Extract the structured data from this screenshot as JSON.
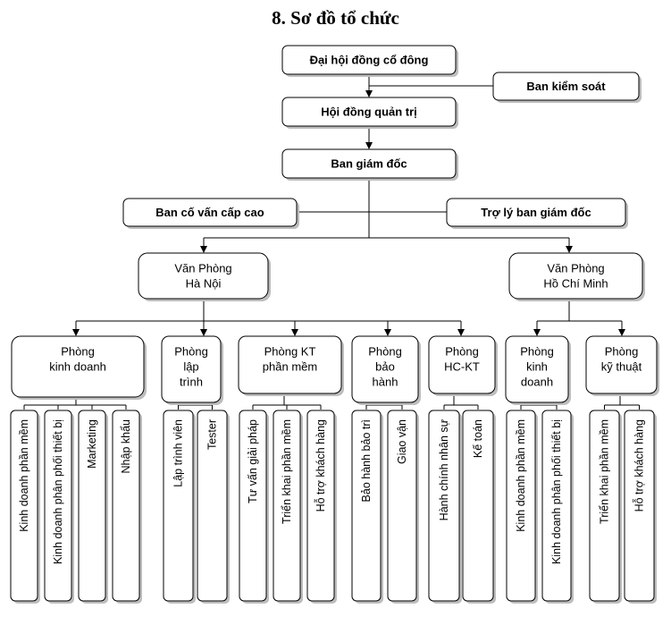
{
  "title": "8. Sơ đồ tổ chức",
  "nodes": {
    "dhdcd": "Đại hội đồng cổ đông",
    "bks": "Ban kiểm soát",
    "hdqt": "Hội đồng quản trị",
    "bgd": "Ban giám đốc",
    "bcv": "Ban cố vấn cấp cao",
    "tlbgd": "Trợ lý ban giám đốc",
    "vphn": [
      "Văn Phòng",
      "Hà Nội"
    ],
    "vphcm": [
      "Văn Phòng",
      "Hồ Chí Minh"
    ],
    "pkd": [
      "Phòng",
      "kinh doanh"
    ],
    "plt": [
      "Phòng",
      "lập",
      "trình"
    ],
    "pkt": [
      "Phòng KT",
      "phần mềm"
    ],
    "pbh": [
      "Phòng",
      "bảo",
      "hành"
    ],
    "phc": [
      "Phòng",
      "HC-KT"
    ],
    "pkd2": [
      "Phòng",
      "kinh",
      "doanh"
    ],
    "pkyt": [
      "Phòng",
      "kỹ thuật"
    ]
  },
  "units": [
    "Kinh doanh phần mềm",
    "Kinh doanh phân phối thiết bị",
    "Marketing",
    "Nhập khẩu",
    "Lập trình viên",
    "Tester",
    "Tư vấn giải pháp",
    "Triển khai phần mềm",
    "Hỗ trợ khách hàng",
    "Bảo hành bảo trì",
    "Giao vận",
    "Hành chính nhân sự",
    "Kế toán",
    "Kinh doanh phần mềm",
    "Kinh doanh phân phối thiết bị",
    "Triển khai phần mềm",
    "Hỗ trợ khách hàng"
  ]
}
